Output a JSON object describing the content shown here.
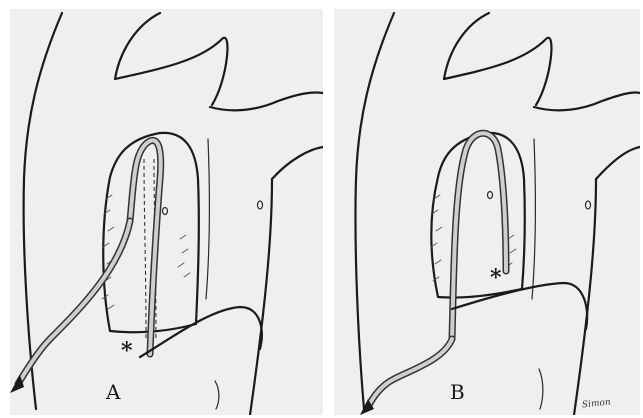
{
  "panels": [
    {
      "label": "A",
      "marker": "*"
    },
    {
      "label": "B",
      "marker": "*",
      "signature": "Simon"
    }
  ]
}
